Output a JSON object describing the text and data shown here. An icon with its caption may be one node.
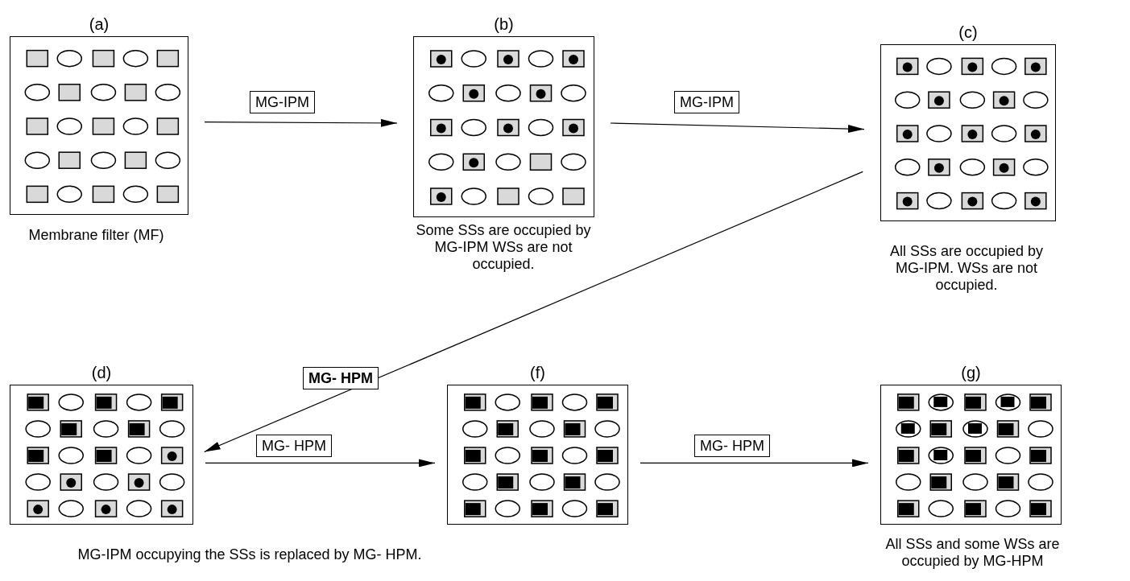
{
  "diagram": {
    "nodes": [
      {
        "text": [
          "(a)"
        ],
        "beside": [
          "Membrane filter (MF)"
        ]
      },
      {
        "text": [
          "(b)"
        ],
        "beside": [
          "Some SSs are occupied by MG-IPM WSs are not occupied."
        ]
      },
      {
        "text": [
          "(c)"
        ],
        "beside": [
          "All SSs are occupied by MG-IPM. WSs are not occupied."
        ]
      },
      {
        "text": [
          "(d)"
        ]
      },
      {
        "text": [
          "(f)"
        ]
      },
      {
        "text": [
          "(g)"
        ],
        "beside": [
          "All SSs and some WSs are occupied by MG-HPM"
        ]
      }
    ],
    "edges": [
      {
        "from": 0,
        "to": 1,
        "arrow": "to",
        "label": "MG-IPM"
      },
      {
        "from": 1,
        "to": 2,
        "arrow": "to",
        "label": "MG-IPM"
      },
      {
        "from": 2,
        "to": 3,
        "arrow": "to",
        "label": "MG- HPM"
      },
      {
        "from": 3,
        "to": 4,
        "arrow": "to",
        "label": "MG- HPM"
      },
      {
        "from": 4,
        "to": 5,
        "arrow": "to",
        "label": "MG- HPM"
      }
    ],
    "labels": [
      "MG-IPM occupying the SSs is replaced by MG- HPM."
    ]
  }
}
